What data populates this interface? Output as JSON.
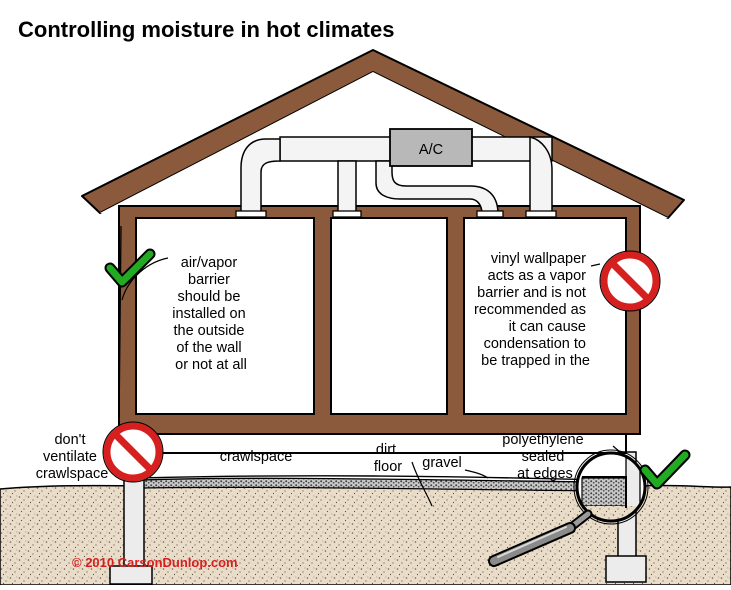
{
  "title": "Controlling moisture in hot climates",
  "ac_label": "A/C",
  "notes": {
    "air_barrier": [
      "air/vapor",
      "barrier",
      "should be",
      "installed on",
      "the outside",
      "of the wall",
      "or not at all"
    ],
    "vinyl_wallpaper": [
      "vinyl wallpaper",
      "acts as a vapor",
      "barrier and is not",
      "recommended as",
      "it can cause",
      "condensation to",
      "be trapped in the"
    ],
    "dont_ventilate": [
      "don't",
      "ventilate",
      "crawlspace"
    ],
    "polyethylene": [
      "polyethylene",
      "sealed",
      "at edges"
    ]
  },
  "labels": {
    "crawlspace": "crawlspace",
    "dirt_floor": [
      "dirt",
      "floor"
    ],
    "gravel": "gravel"
  },
  "copyright": "© 2010 CarsonDunlop.com",
  "colors": {
    "wood": "#8b5a3c",
    "duct": "#f4f4f4",
    "ac_box": "#b8b8b8",
    "soil": "#e9dcc8",
    "check": "#22aa22",
    "prohibited": "#d62020",
    "copyright": "#d62020"
  },
  "icons": [
    "checkmark-icon",
    "prohibited-icon",
    "magnifier-icon"
  ]
}
